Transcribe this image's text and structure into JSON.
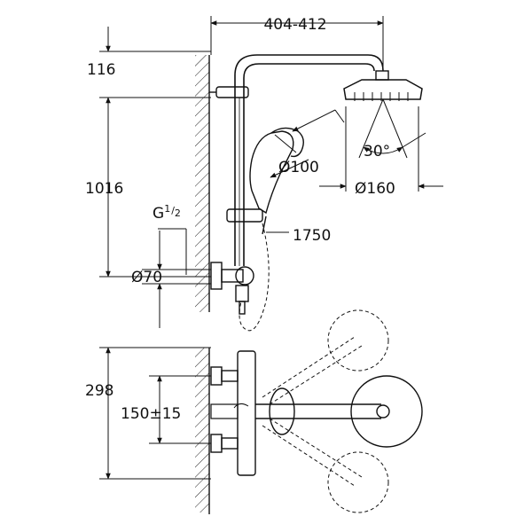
{
  "labels": {
    "top_width": "404-412",
    "top_offset": "116",
    "height_main": "1016",
    "thread_base": "G",
    "thread_sup": "1",
    "thread_sub": "2",
    "hand_diameter": "Ø100",
    "angle": "30°",
    "head_diameter": "Ø160",
    "hose_length": "1750",
    "escutcheon": "Ø70",
    "depth": "298",
    "centers": "150±15"
  },
  "colors": {
    "line": "#111111",
    "background": "#ffffff"
  }
}
